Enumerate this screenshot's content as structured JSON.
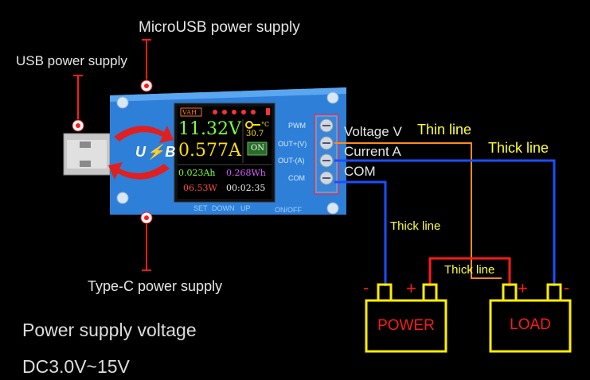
{
  "labels": {
    "micro_usb": "MicroUSB  power supply",
    "usb": "USB power supply",
    "typec": "Type-C  power supply",
    "voltage_v": "Voltage V",
    "current_a": "Current A",
    "com": "COM",
    "thin_line": "Thin line",
    "thick_line_right": "Thick line",
    "thick_line_mid": "Thick line",
    "thick_line_bottom": "Thick line",
    "supply_voltage_title": "Power supply voltage",
    "supply_voltage_range": "DC3.0V~15V"
  },
  "device": {
    "logo": "U⚡B",
    "buttons": [
      "SET",
      "DOWN",
      "UP"
    ],
    "onoff": "ON/OFF",
    "terminals": [
      "PWM",
      "OUT+(V)",
      "OUT-(A)",
      "COM"
    ]
  },
  "screen": {
    "mode": "VAH",
    "voltage": "11.32V",
    "current": "0.577A",
    "temperature": "30.7",
    "temp_unit": "°C",
    "state": "ON",
    "capacity": "0.023Ah",
    "energy": "0.268Wh",
    "power": "06.53W",
    "time": "00:02:35"
  },
  "power_box": {
    "label": "POWER",
    "minus": "-",
    "plus": "+"
  },
  "load_box": {
    "label": "LOAD",
    "minus": "-",
    "plus": "+"
  },
  "colors": {
    "thick": "#1a4fff",
    "thin": "#ff8c1a",
    "red_wire": "#ff1a1a",
    "box": "#ffee00",
    "board": "#2a7ad9"
  }
}
